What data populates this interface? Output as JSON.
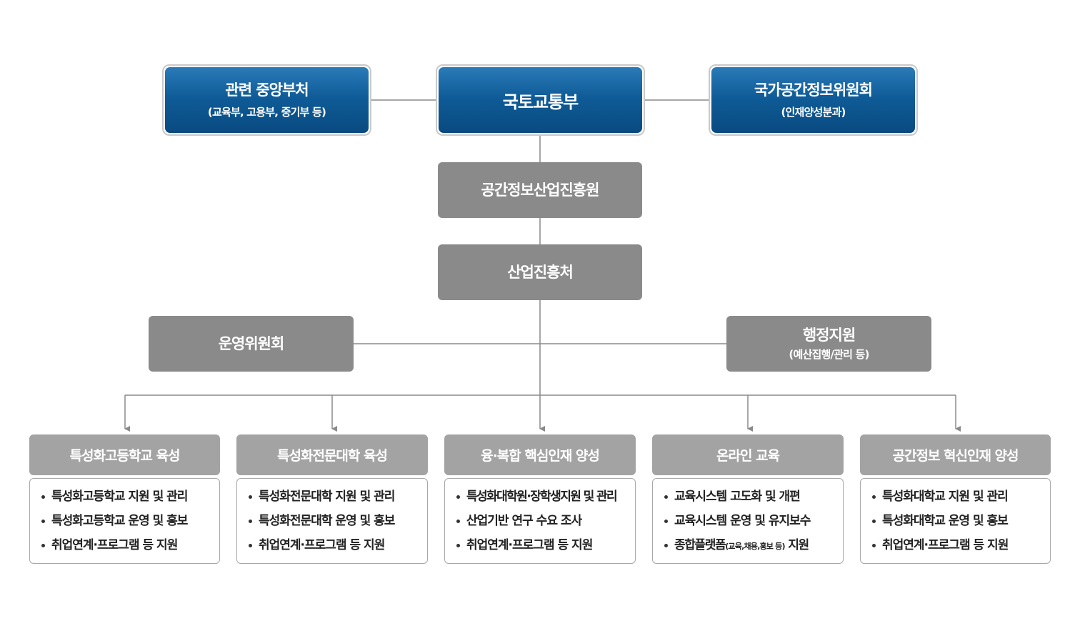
{
  "top": {
    "left": {
      "title": "관련 중앙부처",
      "sub": "(교육부, 고용부, 중기부 등)"
    },
    "center": {
      "title": "국토교통부"
    },
    "right": {
      "title": "국가공간정보위원회",
      "sub": "(인재양성분과)"
    }
  },
  "agency": {
    "title": "공간정보산업진흥원"
  },
  "division": {
    "title": "산업진흥처"
  },
  "side": {
    "left": {
      "title": "운영위원회"
    },
    "right": {
      "title": "행정지원",
      "sub": "(예산집행/관리 등)"
    }
  },
  "units": [
    {
      "title": "특성화고등학교 육성",
      "items": [
        "특성화고등학교 지원 및 관리",
        "특성화고등학교 운영 및 홍보",
        "취업연계·프로그램 등 지원"
      ]
    },
    {
      "title": "특성화전문대학 육성",
      "items": [
        "특성화전문대학 지원 및 관리",
        "특성화전문대학 운영 및 홍보",
        "취업연계·프로그램 등 지원"
      ]
    },
    {
      "title": "융·복합 핵심인재 양성",
      "items": [
        "특성화대학원·장학생지원 및 관리",
        "산업기반 연구 수요 조사",
        "취업연계·프로그램 등 지원"
      ]
    },
    {
      "title": "온라인 교육",
      "items": [
        "교육시스템 고도화 및 개편",
        "교육시스템 운영 및 유지보수"
      ],
      "special_item": {
        "prefix": "종합플랫폼",
        "note": "(교육,채용,홍보 등)",
        "suffix": " 지원"
      }
    },
    {
      "title": "공간정보 혁신인재 양성",
      "items": [
        "특성화대학교 지원 및 관리",
        "특성화대학교 운영 및 홍보",
        "취업연계·프로그램 등 지원"
      ]
    }
  ]
}
